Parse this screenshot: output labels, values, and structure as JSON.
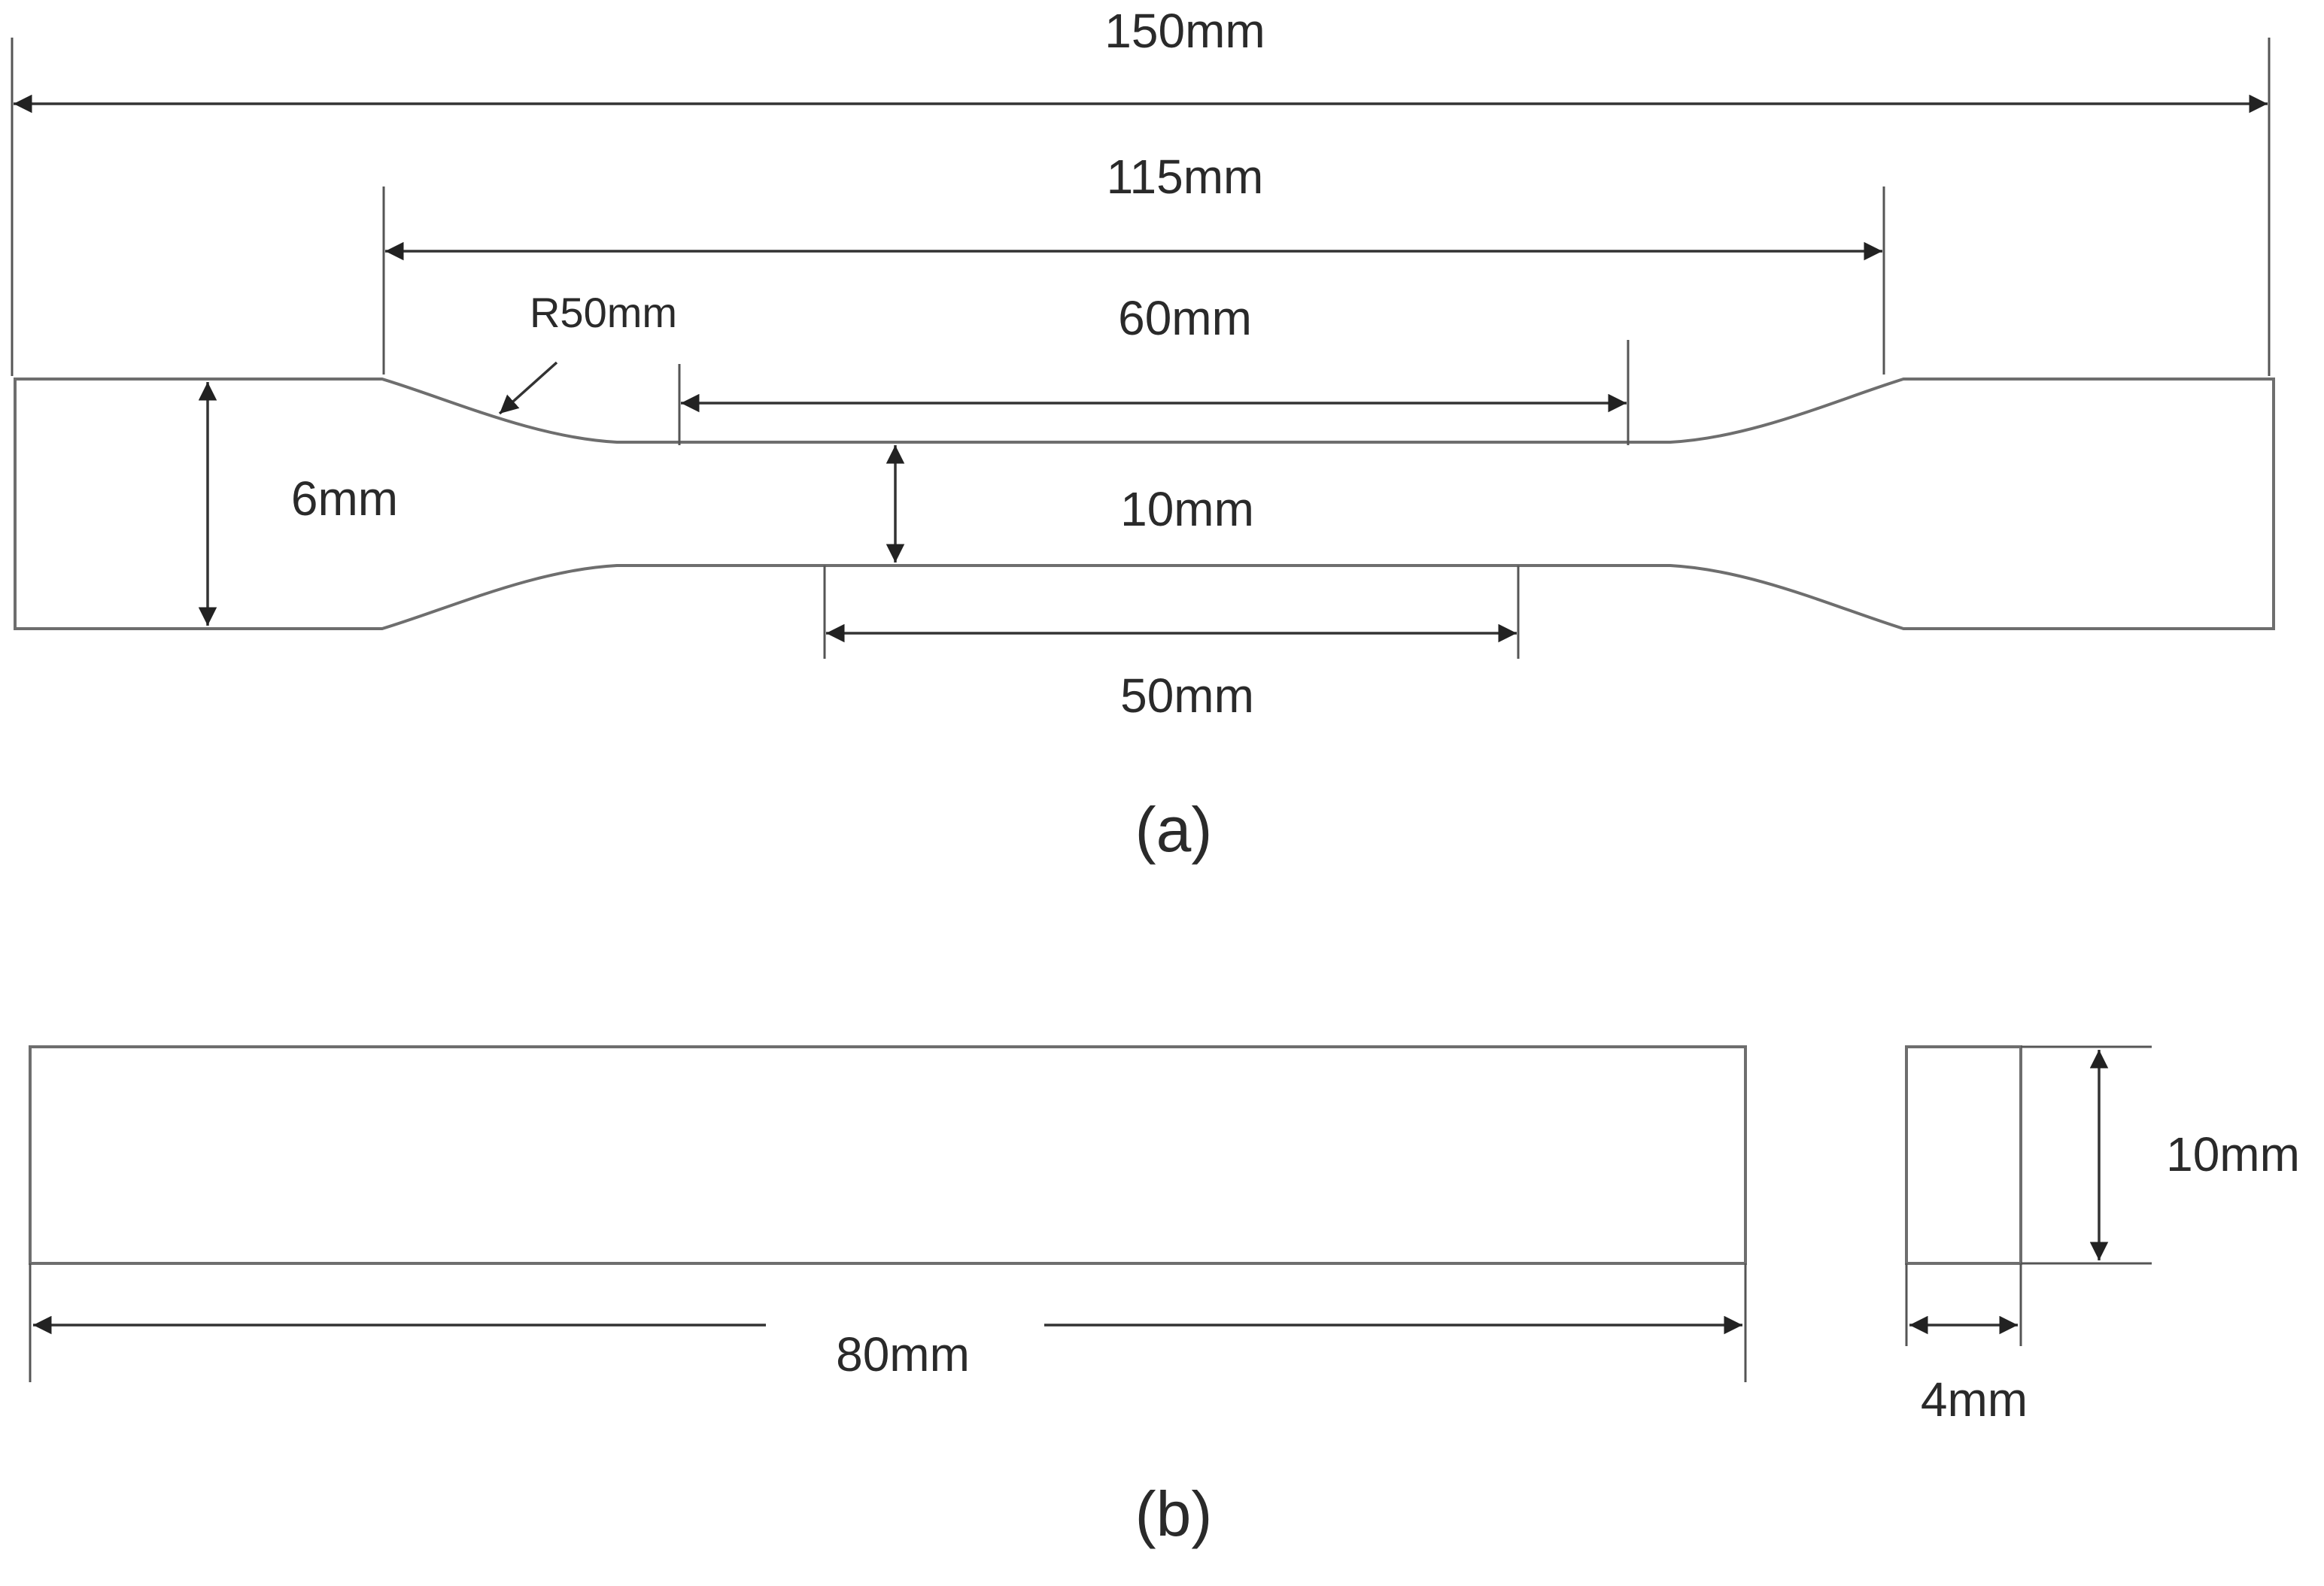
{
  "panel_a": {
    "caption": "(a)",
    "dim_overall_length": "150mm",
    "dim_shoulder_length": "115mm",
    "dim_parallel_length": "60mm",
    "dim_fillet_radius": "R50mm",
    "dim_grip_width": "6mm",
    "dim_narrow_width": "10mm",
    "dim_gauge_length": "50mm"
  },
  "panel_b": {
    "caption": "(b)",
    "dim_length": "80mm",
    "dim_height": "10mm",
    "dim_thickness": "4mm"
  },
  "colors": {
    "outline": "#6e6e6e",
    "dimension": "#333333",
    "text": "#2a2a2a",
    "background": "#ffffff"
  }
}
